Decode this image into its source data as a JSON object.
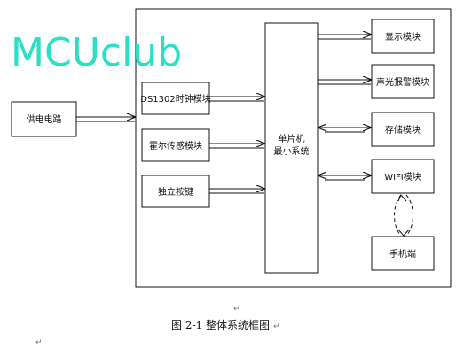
{
  "watermark": "MCUclub",
  "colors": {
    "line": "#111111",
    "watermark": "#29e0c4"
  },
  "nodes": {
    "power_circuit": "供电电路",
    "clock_module": "DS1302时钟模块",
    "hall_sensor": "霍尔传感模块",
    "independent_keys": "独立按键",
    "mcu_line1": "单片机",
    "mcu_line2": "最小系统",
    "display_module": "显示模块",
    "alarm_module": "声光报警模块",
    "storage_module": "存储模块",
    "wifi_module": "WIFI模块",
    "phone": "手机端"
  },
  "caption": "图 2-1  整体系统框图",
  "paragraph_mark": "↵"
}
